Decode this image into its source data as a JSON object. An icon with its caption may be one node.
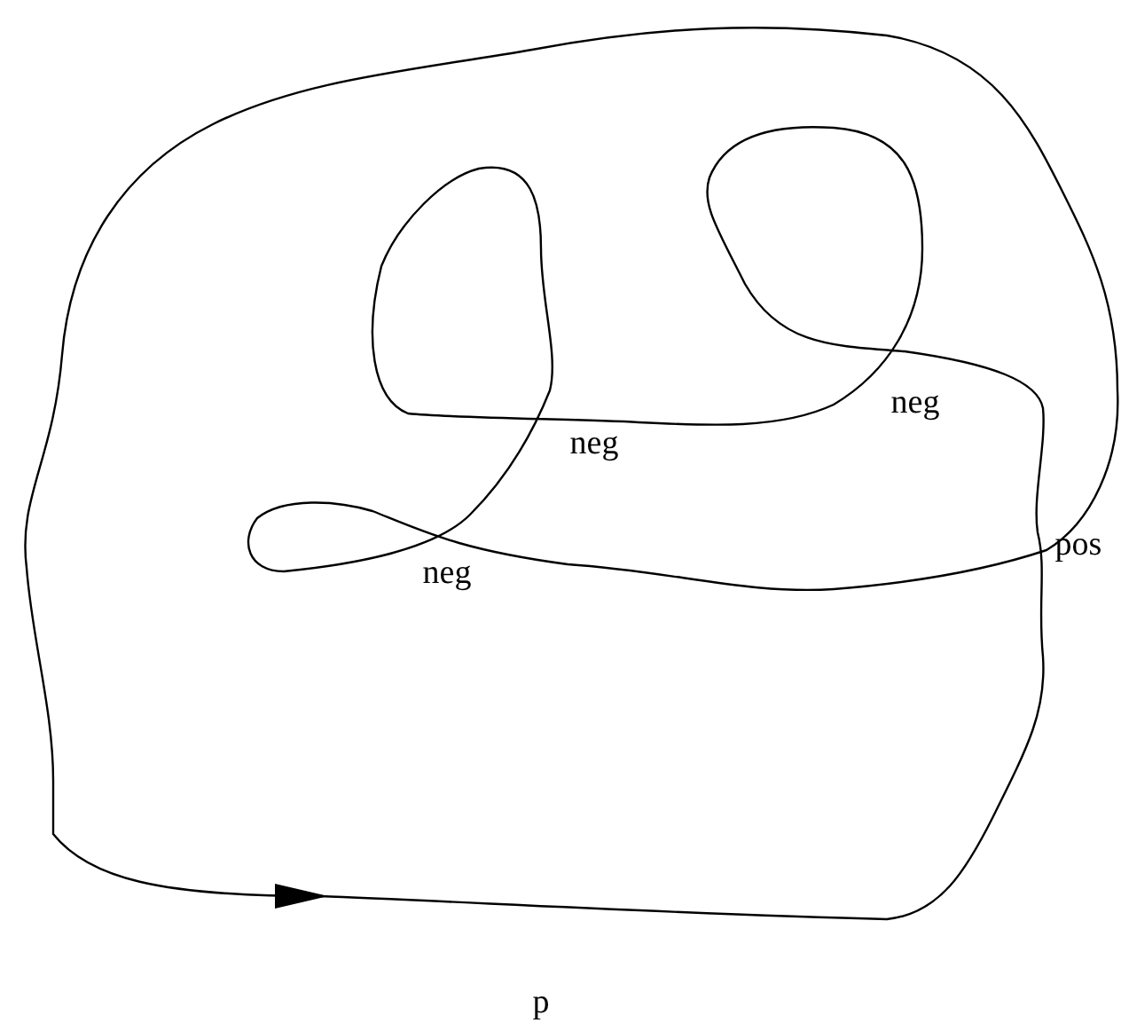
{
  "diagram": {
    "labels": [
      "neg",
      "neg",
      "neg",
      "pos",
      "p"
    ]
  }
}
